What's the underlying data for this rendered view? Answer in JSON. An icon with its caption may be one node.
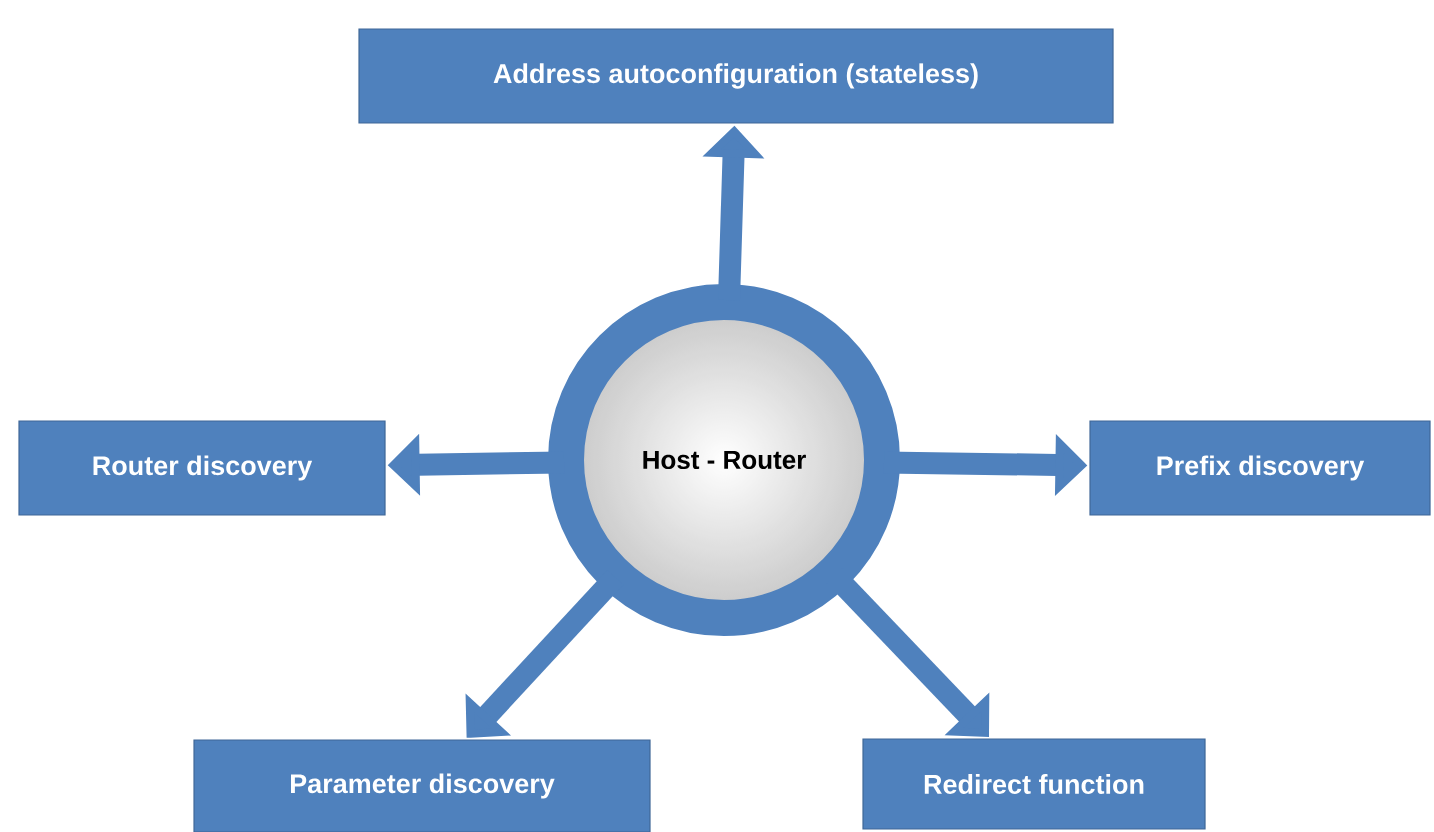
{
  "diagram": {
    "nodes": [
      {
        "text": [
          "Address autoconfiguration (stateless)"
        ]
      },
      {
        "text": [
          "Router discovery"
        ]
      },
      {
        "text": [
          "Host - Router"
        ]
      },
      {
        "text": [
          "Prefix discovery"
        ]
      },
      {
        "text": [
          "Parameter discovery"
        ]
      },
      {
        "text": [
          "Redirect function"
        ]
      }
    ],
    "edges": [
      {
        "from": 2,
        "to": 0,
        "arrow": "to"
      },
      {
        "from": 2,
        "to": 1,
        "arrow": "to"
      },
      {
        "from": 2,
        "to": 3,
        "arrow": "to"
      },
      {
        "from": 2,
        "to": 4,
        "arrow": "to"
      },
      {
        "from": 2,
        "to": 5,
        "arrow": "to"
      }
    ]
  }
}
